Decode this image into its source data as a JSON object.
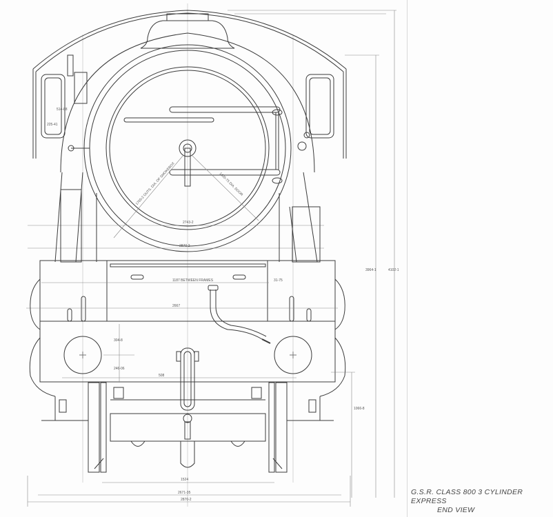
{
  "drawing": {
    "title_line1": "G.S.R. CLASS 800   3 CYLINDER EXPRESS",
    "title_line2": "END VIEW",
    "subject": "steam locomotive front end view",
    "line_color": "#3a3a3a",
    "dimension_color": "#888888",
    "background": "#fdfdfd"
  },
  "dimensions": {
    "window_height": "514-88",
    "window_width": "225-41",
    "smokebox_door_dia_outer": "1765-2 OUTS. DIA. OF SMOKEBOX",
    "smokebox_door_dia": "1435-75 DIA. DOOR",
    "centre_height_mark": "2743-2",
    "buffer_beam_width": "2870-2",
    "between_frames": "1187 BETWEEN FRAMES",
    "frame_thickness": "31-75",
    "frame_span": "2667",
    "buffer_height_upper": "304-8",
    "buffer_height_lower": "246-06",
    "buffer_centre_offset": "508",
    "height_to_top_cab": "3964-1",
    "overall_height": "4102-1",
    "buffer_centre_height": "1066-8",
    "gauge": "1524",
    "overall_width_cylinders": "2671-35",
    "overall_width": "2870-2"
  }
}
